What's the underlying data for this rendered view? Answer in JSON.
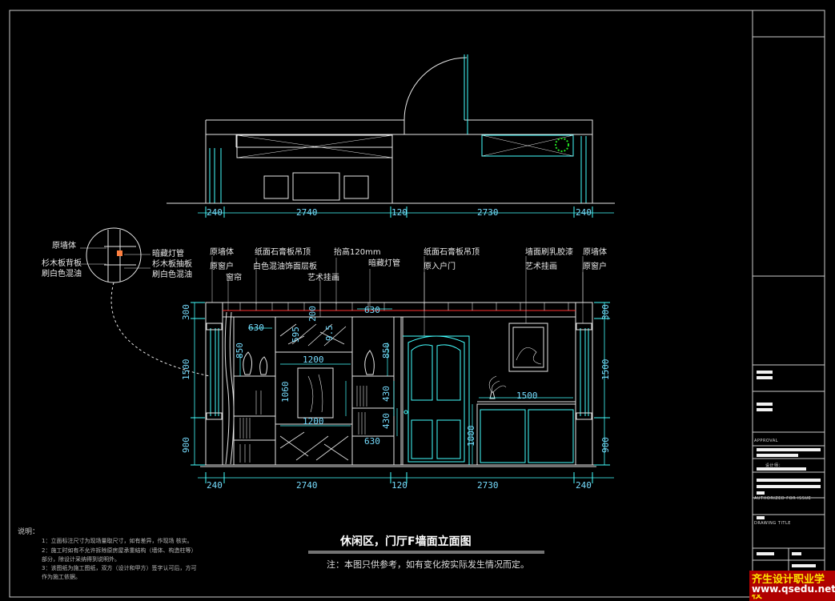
{
  "drawing": {
    "title": "休闲区，门厅F墙面立面图",
    "note": "注：本图只供参考，如有变化按实际发生情况而定。"
  },
  "plan_dims": [
    "240",
    "2740",
    "120",
    "2730",
    "240"
  ],
  "elev_dims_bottom": [
    "240",
    "2740",
    "120",
    "2730",
    "240"
  ],
  "elev_dims_left": [
    "300",
    "1500",
    "900"
  ],
  "elev_dims_right": [
    "300",
    "1500",
    "900"
  ],
  "elev_inner_dims": [
    "630",
    "200",
    "630",
    "850",
    "1200",
    "850",
    "1060",
    "430",
    "1200",
    "430",
    "630",
    "595",
    "9.5",
    "1500",
    "1000"
  ],
  "detail_labels": {
    "left_top": "原墙体",
    "left_mid": "杉木板背板",
    "left_low": "刷白色混油",
    "right_top": "暗藏灯管",
    "right_mid": "杉木板抽板",
    "right_low": "刷白色混油"
  },
  "callouts": {
    "c1": "原墙体",
    "c2": "原窗户",
    "c3": "窗帘",
    "c4": "纸面石膏板吊顶",
    "c5": "白色混油饰面层板",
    "c6": "艺术挂画",
    "c7": "抬高120mm",
    "c8": "暗藏灯管",
    "c9": "纸面石膏板吊顶",
    "c10": "原入户门",
    "c11": "墙面刷乳胶漆",
    "c12": "艺术挂画",
    "c13": "原墙体",
    "c14": "原窗户"
  },
  "notes": {
    "head": "说明：",
    "lines": [
      "1：立面标注尺寸为现场量取尺寸，如有差异，作现场 核实。",
      "2：施工时如有不允许拆除原房屋承重结构（墙体、构造柱等）",
      "   部分，除设计采纳得到说明外。",
      "3：该图纸为施工图纸，双方（设计和甲方）签字认可后，方可",
      "   作为施工依据。"
    ]
  },
  "title_block": {
    "approval": "APPROVAL",
    "designer": "设计师：",
    "authorized": "AUTHORIZED FOR ISSUE",
    "drawing_title": "DRAWING TITLE"
  },
  "watermark": {
    "line1": "齐生设计职业学校",
    "line2": "www.qsedu.net"
  },
  "colors": {
    "background": "#000000",
    "line_white": "#e6e6e6",
    "line_cyan": "#4ff",
    "line_green": "#22e022",
    "accent_red": "#ff3030",
    "accent_orange": "#ff8040"
  }
}
